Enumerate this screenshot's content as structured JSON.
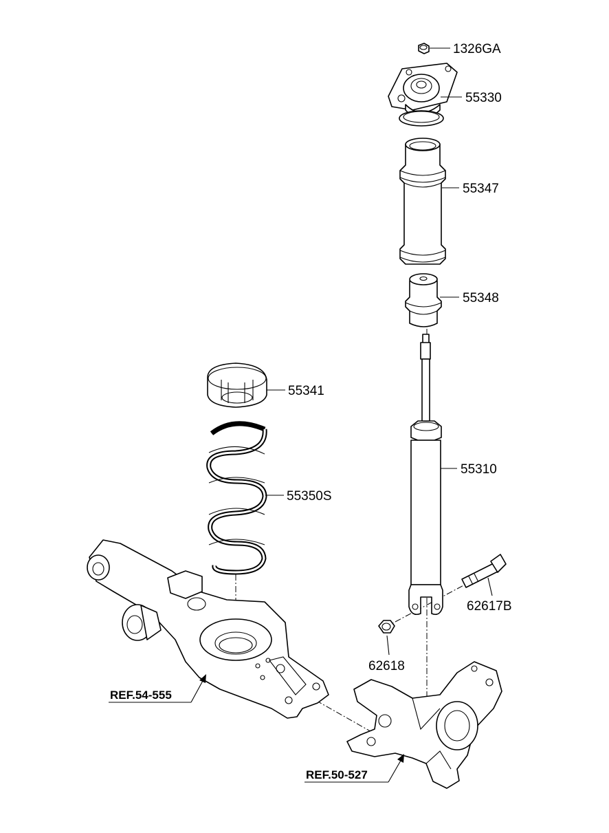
{
  "parts": {
    "p1326GA": "1326GA",
    "p55330": "55330",
    "p55347": "55347",
    "p55348": "55348",
    "p55341": "55341",
    "p55350S": "55350S",
    "p55310": "55310",
    "p62617B": "62617B",
    "p62618": "62618"
  },
  "refs": {
    "ref_arm": "REF.54-555",
    "ref_knuckle": "REF.50-527"
  }
}
